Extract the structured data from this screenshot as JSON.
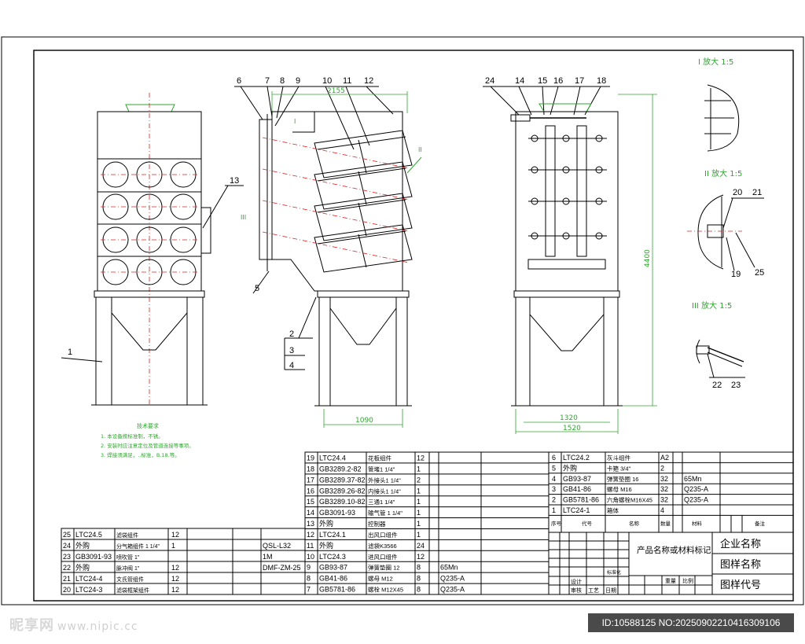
{
  "callouts": {
    "left_view": [
      "1",
      "13"
    ],
    "side_view_top": [
      "6",
      "7",
      "8",
      "9",
      "10",
      "11",
      "12"
    ],
    "side_view_bottom": [
      "5",
      "2",
      "3",
      "4"
    ],
    "front_view_top": [
      "24",
      "14",
      "15",
      "16",
      "17",
      "18"
    ],
    "detail": [
      "20",
      "21",
      "19",
      "25",
      "22",
      "23"
    ]
  },
  "dimensions": {
    "top_width": "2155",
    "base_width": "1090",
    "front_inner": "1320",
    "front_outer": "1520",
    "height": "4400"
  },
  "details": [
    {
      "title": "I 放大 1:5"
    },
    {
      "title": "II 放大 1:5"
    },
    {
      "title": "III 放大 1:5"
    }
  ],
  "notes": {
    "title": "技术要求",
    "lines": [
      "1. 本设备按标准制，不锈。",
      "2. 安装时应注意定位及管道连接等事项。",
      "3. 焊接须满足，..标准，B.18.等。"
    ]
  },
  "bom_left": [
    [
      "25",
      "LTC24.5",
      "滤袋组件",
      "12",
      "",
      ""
    ],
    [
      "24",
      "外购",
      "分气箱组件 1 1/4\"",
      "1",
      "",
      "QSL-L32"
    ],
    [
      "23",
      "GB3091-93",
      "喷吹管 1\"",
      "",
      "",
      "1M"
    ],
    [
      "22",
      "外购",
      "脉冲阀 1\"",
      "12",
      "",
      "DMF-ZM-25"
    ],
    [
      "21",
      "LTC24-4",
      "文氏管组件",
      "12",
      "",
      ""
    ],
    [
      "20",
      "LTC24-3",
      "滤袋框架组件",
      "12",
      "",
      ""
    ]
  ],
  "bom_mid": [
    [
      "19",
      "LTC24.4",
      "花板组件",
      "12",
      ""
    ],
    [
      "18",
      "GB3289.2-82",
      "管堵1 1/4\"",
      "1",
      ""
    ],
    [
      "17",
      "GB3289.37-82",
      "外接头1 1/4\"",
      "2",
      ""
    ],
    [
      "16",
      "GB3289.26-82",
      "内接头1 1/4\"",
      "1",
      ""
    ],
    [
      "15",
      "GB3289.10-82",
      "三通1 1/4\"",
      "1",
      ""
    ],
    [
      "14",
      "GB3091-93",
      "输气管 1 1/4\"",
      "1",
      ""
    ],
    [
      "13",
      "外购",
      "控制器",
      "1",
      ""
    ],
    [
      "12",
      "LTC24.1",
      "出风口组件",
      "1",
      ""
    ],
    [
      "11",
      "外购",
      "滤袋K3566",
      "24",
      ""
    ],
    [
      "10",
      "LTC24.3",
      "进风口组件",
      "12",
      ""
    ],
    [
      "9",
      "GB93-87",
      "弹簧垫圈 12",
      "8",
      "65Mn"
    ],
    [
      "8",
      "GB41-86",
      "螺母 M12",
      "8",
      "Q235-A"
    ],
    [
      "7",
      "GB5781-86",
      "螺栓 M12X45",
      "8",
      "Q235-A"
    ]
  ],
  "bom_right": [
    [
      "6",
      "LTC24.2",
      "灰斗组件",
      "A2",
      ""
    ],
    [
      "5",
      "外购",
      "卡箍 3/4\"",
      "2",
      ""
    ],
    [
      "4",
      "GB93-87",
      "弹簧垫圈 16",
      "32",
      "65Mn"
    ],
    [
      "3",
      "GB41-86",
      "螺母 M16",
      "32",
      "Q235-A"
    ],
    [
      "2",
      "GB5781-86",
      "六角螺栓M16X45",
      "32",
      "Q235-A"
    ],
    [
      "1",
      "LTC24-1",
      "箱体",
      "4",
      ""
    ]
  ],
  "bom_header": [
    "序号",
    "代号",
    "名称",
    "数量",
    "材料",
    "备注"
  ],
  "title_block": {
    "center_title": "产品名称或材料标记",
    "company": "企业名称",
    "drawing_name": "图样名称",
    "drawing_code": "图样代号",
    "labels": [
      "设计",
      "标准化",
      "审核",
      "工艺",
      "日期",
      "重量",
      "比例"
    ]
  },
  "watermark": {
    "logo": "昵享网",
    "url": "www.nipic.cc",
    "id_text": "ID:10588125 NO:20250902210416309106"
  },
  "colors": {
    "line": "#000000",
    "green": "#2fa52f",
    "center_red": "#dd2222"
  }
}
